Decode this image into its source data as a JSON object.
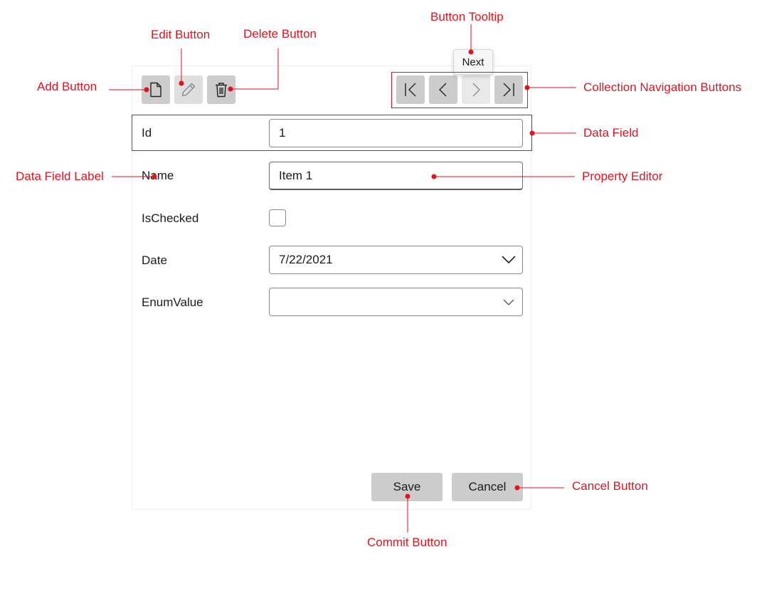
{
  "form": {
    "toolbar": {
      "add_icon": "document-icon",
      "edit_icon": "pencil-icon",
      "delete_icon": "trash-icon"
    },
    "navigation": {
      "first_icon": "first-icon",
      "previous_icon": "chevron-left-icon",
      "next_icon": "chevron-right-icon",
      "last_icon": "last-icon",
      "tooltip": "Next"
    },
    "fields": {
      "id": {
        "label": "Id",
        "value": "1"
      },
      "name": {
        "label": "Name",
        "value": "Item 1"
      },
      "is_checked": {
        "label": "IsChecked",
        "checked": false
      },
      "date": {
        "label": "Date",
        "value": "7/22/2021"
      },
      "enum_value": {
        "label": "EnumValue",
        "value": ""
      }
    },
    "buttons": {
      "save": "Save",
      "cancel": "Cancel"
    }
  },
  "annotations": {
    "add_button": "Add Button",
    "edit_button": "Edit Button",
    "delete_button": "Delete Button",
    "button_tooltip": "Button Tooltip",
    "collection_navigation_buttons": "Collection Navigation Buttons",
    "data_field": "Data Field",
    "data_field_label": "Data Field Label",
    "property_editor": "Property Editor",
    "cancel_button": "Cancel Button",
    "commit_button": "Commit Button"
  },
  "colors": {
    "annotation": "#e2131f",
    "button_background": "#cccccc"
  }
}
